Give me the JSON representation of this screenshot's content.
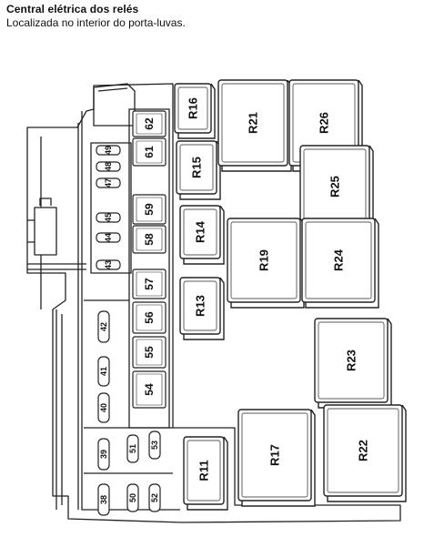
{
  "header": {
    "title": "Central elétrica dos relés",
    "subtitle": "Localizada no interior do porta-luvas."
  },
  "relays": [
    {
      "id": "R16",
      "label": "R16"
    },
    {
      "id": "R15",
      "label": "R15"
    },
    {
      "id": "R14",
      "label": "R14"
    },
    {
      "id": "R13",
      "label": "R13"
    },
    {
      "id": "R11",
      "label": "R11"
    },
    {
      "id": "R21",
      "label": "R21"
    },
    {
      "id": "R26",
      "label": "R26"
    },
    {
      "id": "R25",
      "label": "R25"
    },
    {
      "id": "R19",
      "label": "R19"
    },
    {
      "id": "R24",
      "label": "R24"
    },
    {
      "id": "R23",
      "label": "R23"
    },
    {
      "id": "R17",
      "label": "R17"
    },
    {
      "id": "R22",
      "label": "R22"
    }
  ],
  "large_fuses": [
    "62",
    "61",
    "59",
    "58",
    "57",
    "56",
    "55",
    "54"
  ],
  "small_fuses": [
    "49",
    "48",
    "47",
    "45",
    "44",
    "43"
  ],
  "mini_fuses": [
    "42",
    "41",
    "40",
    "39",
    "38",
    "51",
    "53",
    "50",
    "52"
  ]
}
